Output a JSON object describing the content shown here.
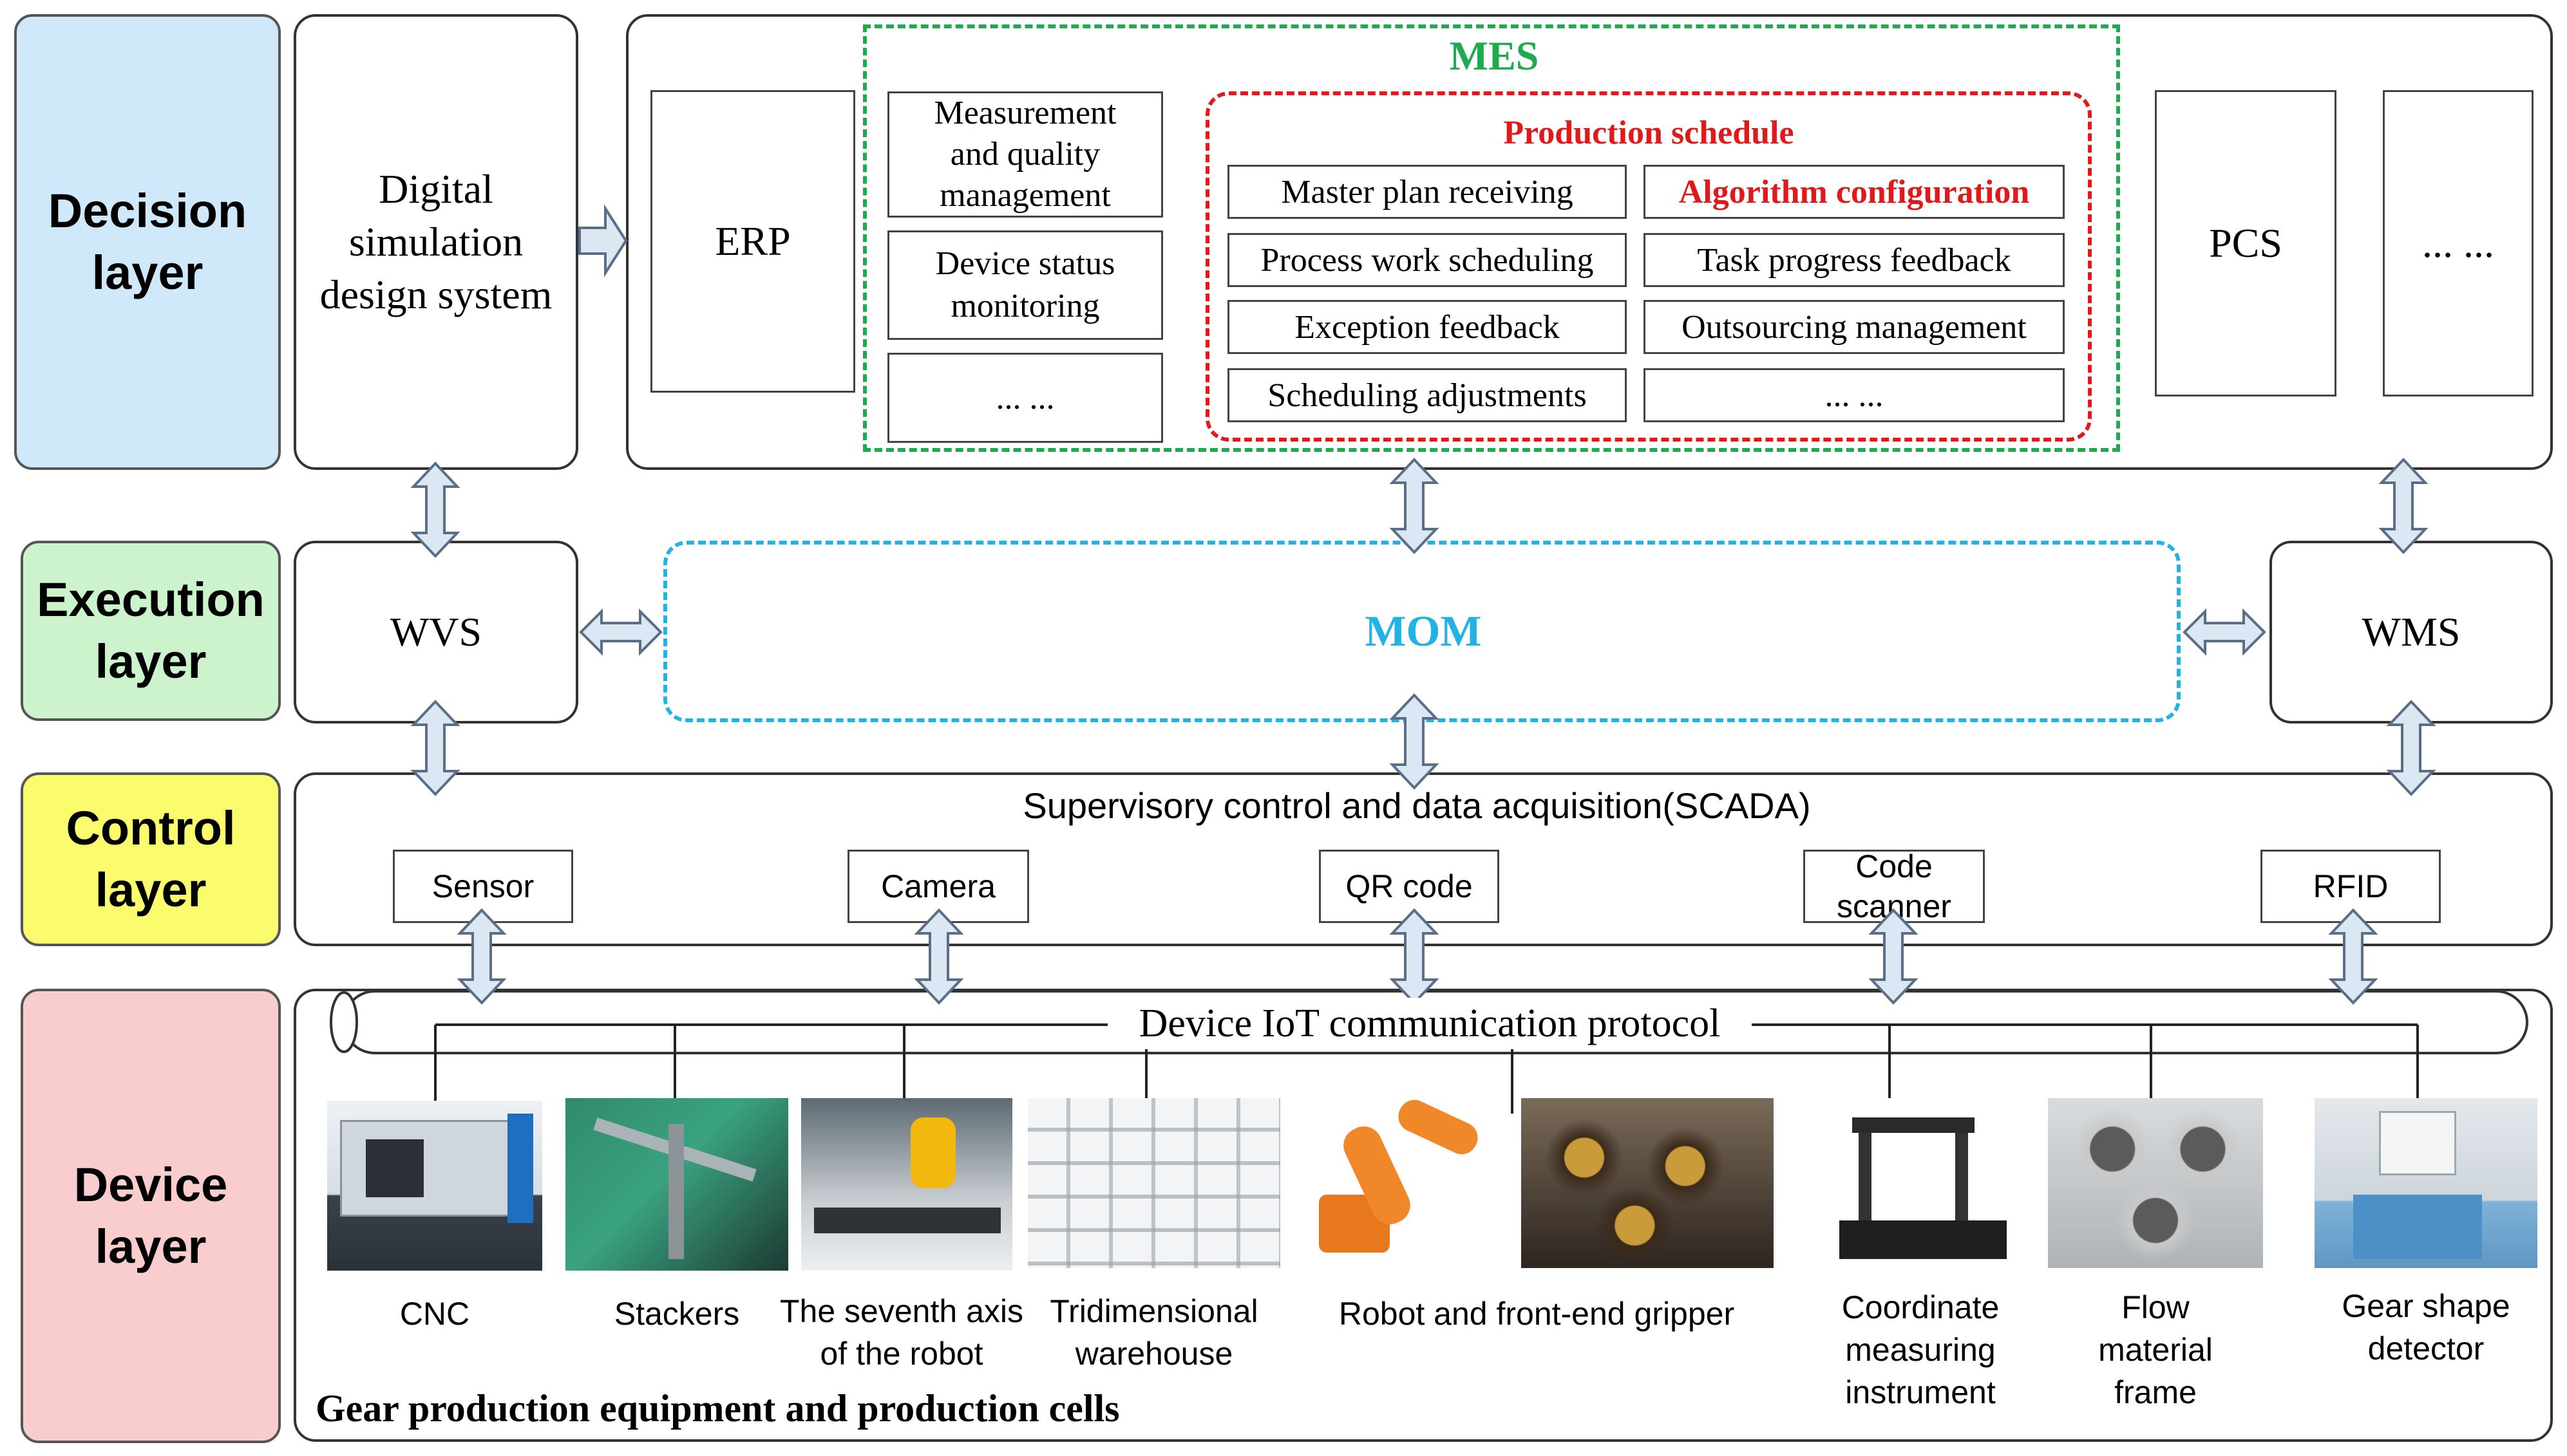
{
  "layers": {
    "decision": [
      "Decision",
      "layer"
    ],
    "execution": [
      "Execution",
      "layer"
    ],
    "control": [
      "Control",
      "layer"
    ],
    "device": [
      "Device",
      "layer"
    ]
  },
  "decision": {
    "digital_sim": [
      "Digital",
      "simulation",
      "design system"
    ],
    "erp": "ERP",
    "mes_title": "MES",
    "mes_left": {
      "measurement": [
        "Measurement",
        "and quality",
        "management"
      ],
      "device_status": [
        "Device status",
        "monitoring"
      ],
      "more": "... ..."
    },
    "production_schedule": {
      "title": "Production schedule",
      "items": [
        "Master plan receiving",
        "Algorithm configuration",
        "Process work scheduling",
        "Task progress feedback",
        "Exception feedback",
        "Outsourcing management",
        "Scheduling adjustments",
        "... ..."
      ]
    },
    "pcs": "PCS",
    "more": "... ..."
  },
  "execution": {
    "wvs": "WVS",
    "mom": "MOM",
    "wms": "WMS"
  },
  "control": {
    "scada": "Supervisory control and data acquisition(SCADA)",
    "items": [
      [
        "Sensor"
      ],
      [
        "Camera"
      ],
      [
        "QR code"
      ],
      [
        "Code",
        "scanner"
      ],
      [
        "RFID"
      ]
    ]
  },
  "device": {
    "protocol": "Device IoT communication protocol",
    "captions": {
      "cnc": [
        "CNC"
      ],
      "stackers": [
        "Stackers"
      ],
      "seventh_axis": [
        "The seventh axis",
        "of the robot"
      ],
      "warehouse": [
        "Tridimensional",
        "warehouse"
      ],
      "robot": [
        "Robot and front-end gripper"
      ],
      "cmm": [
        "Coordinate",
        "measuring",
        "instrument"
      ],
      "flow_frame": [
        "Flow",
        "material",
        "frame"
      ],
      "gear_detector": [
        "Gear shape",
        "detector"
      ]
    },
    "footer": "Gear production equipment and production cells"
  },
  "colors": {
    "decision_bg": "#cfe9fb",
    "execution_bg": "#cdf3cd",
    "control_bg": "#fbfb6e",
    "device_bg": "#f9cdcd",
    "mes_green": "#1faa4f",
    "schedule_red": "#e01a1a",
    "mom_blue": "#21b3e6",
    "arrow_fill": "#dbe7f3",
    "arrow_stroke": "#5a6f87"
  },
  "icons": [
    "double-arrow-vertical-icon",
    "double-arrow-horizontal-icon",
    "single-arrow-right-icon",
    "pipe-cylinder-icon"
  ]
}
